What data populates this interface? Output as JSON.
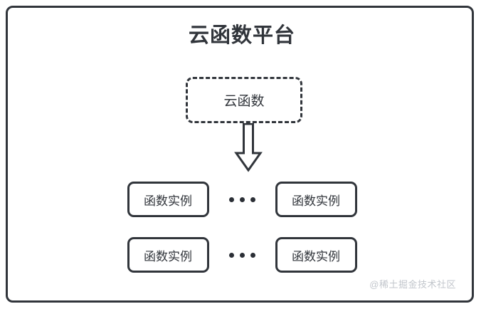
{
  "diagram": {
    "type": "block-diagram",
    "platform": {
      "title": "云函数平台",
      "border_color": "#31353b"
    },
    "cloud_function": {
      "label": "云函数",
      "border_style": "dashed",
      "border_color": "#31353b"
    },
    "arrow": {
      "name": "down-arrow",
      "direction": "down",
      "color": "#31353b"
    },
    "instance_rows": [
      {
        "left": {
          "label": "函数实例"
        },
        "separator": {
          "label": "•••",
          "dots": 3
        },
        "right": {
          "label": "函数实例"
        }
      },
      {
        "left": {
          "label": "函数实例"
        },
        "separator": {
          "label": "•••",
          "dots": 3
        },
        "right": {
          "label": "函数实例"
        }
      }
    ],
    "watermark": {
      "text": "@稀土掘金技术社区",
      "color": "#c2c6cc"
    },
    "colors": {
      "stroke": "#31353b",
      "background": "#ffffff",
      "dot": "#2b2f36",
      "watermark": "#c2c6cc"
    }
  }
}
